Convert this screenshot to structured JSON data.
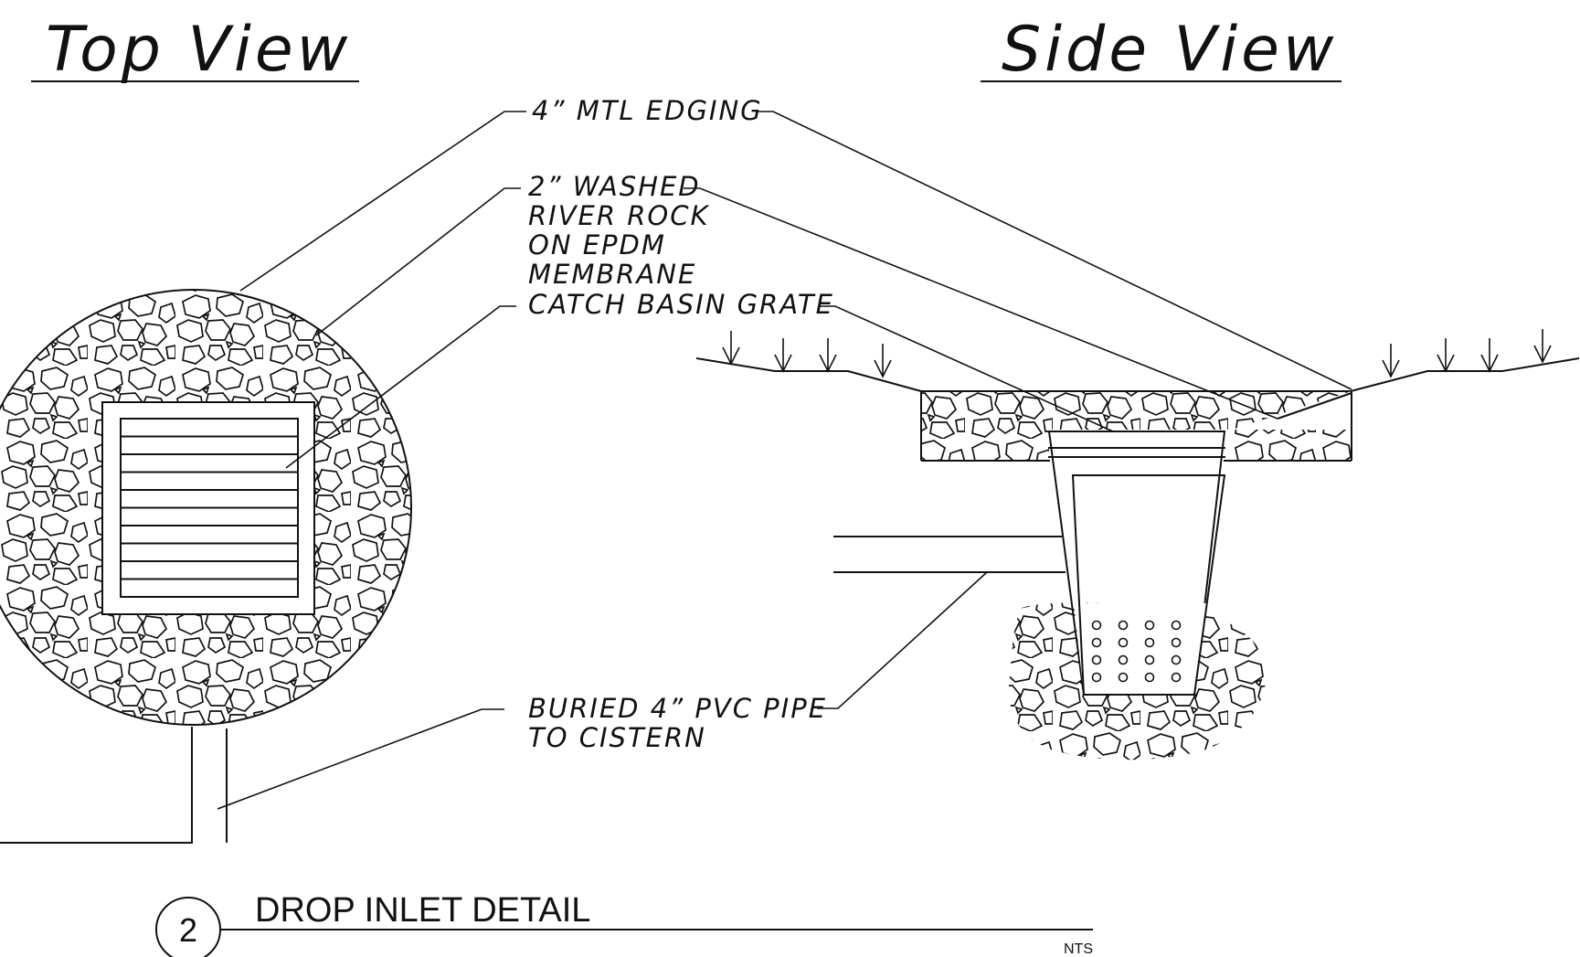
{
  "views": {
    "top_title": "Top View",
    "side_title": "Side View"
  },
  "callouts": {
    "edging": "4” MTL EDGING",
    "rock_line1": "2” WASHED",
    "rock_line2": "RIVER ROCK",
    "rock_line3": "ON EPDM",
    "rock_line4": "MEMBRANE",
    "grate": "CATCH BASIN GRATE",
    "pipe_line1": "BURIED 4” PVC PIPE",
    "pipe_line2": "TO CISTERN"
  },
  "detail": {
    "number": "2",
    "title": "DROP INLET DETAIL",
    "scale": "NTS"
  },
  "icons": [
    "rock-hatch-pattern",
    "grass-tuft-symbol",
    "grate-bars",
    "perforation-holes"
  ],
  "colors": {
    "line": "#111111",
    "background": "#ffffff"
  }
}
